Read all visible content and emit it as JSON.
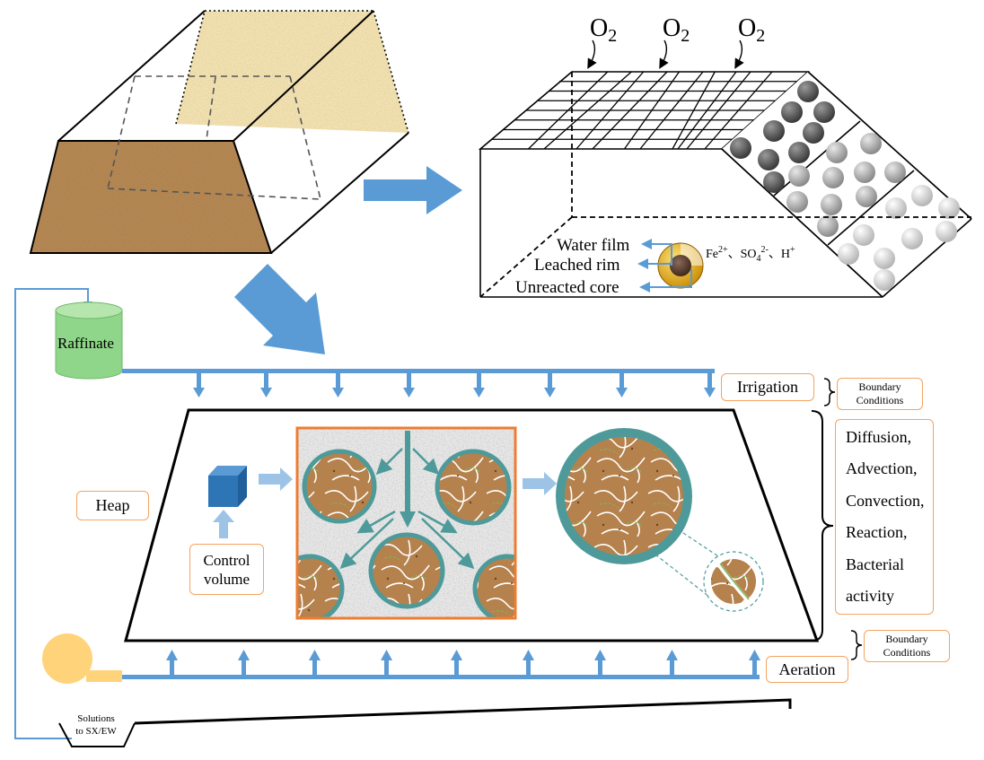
{
  "top_right": {
    "oxygen_labels": [
      "O",
      "O",
      "O"
    ],
    "oxygen_subscript": "2",
    "particle_labels": [
      "Water film",
      "Leached rim",
      "Unreacted core"
    ],
    "ions": {
      "fe": "Fe",
      "fe_sup": "2+",
      "sep1": "、",
      "so": "SO",
      "so_sub": "4",
      "so_sup": "2-",
      "sep2": "、",
      "h": "H",
      "h_sup": "+"
    }
  },
  "raffinate": "Raffinate",
  "irrigation": "Irrigation",
  "aeration": "Aeration",
  "boundary_top": [
    "Boundary",
    "Conditions"
  ],
  "boundary_bottom": [
    "Boundary",
    "Conditions"
  ],
  "heap": "Heap",
  "control_volume": [
    "Control",
    "volume"
  ],
  "processes": [
    "Diffusion,",
    "Advection,",
    "Convection,",
    "Reaction,",
    "Bacterial",
    "activity"
  ],
  "solutions": [
    "Solutions",
    "to SX/EW"
  ],
  "colors": {
    "blue_arrow": "#5b9bd5",
    "orange_border": "#ed7d31",
    "teal": "#4e9a9a",
    "raffinate_green": "#8fd68a",
    "ore_brown": "#b8874f",
    "sand": "#f3e2b0",
    "cube_blue": "#2e75b6"
  }
}
